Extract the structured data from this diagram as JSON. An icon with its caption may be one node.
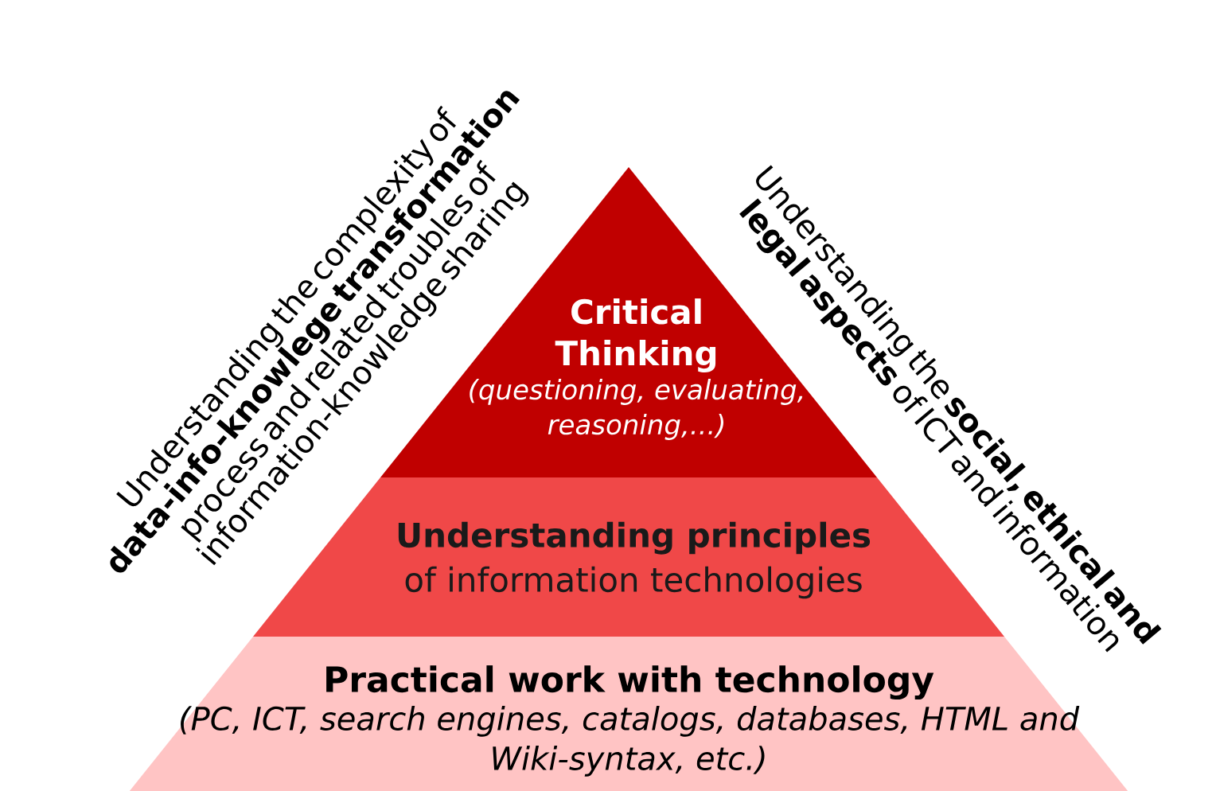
{
  "diagram": {
    "nodes": [
      {
        "text": [
          "Critical Thinking",
          "(questioning, evaluating, reasoning,...)"
        ]
      },
      {
        "text": [
          "**Understanding principles** of information technologies"
        ]
      },
      {
        "text": [
          "Practical work with technology",
          "(PC, ICT, search engines, catalogs, databases, HTML and Wiki-syntax, etc.)"
        ]
      }
    ],
    "labels": [
      "Understanding the complexity of **data-info-knowlege transformation** process and related troubles of information-knowledge sharing",
      "Understanding the **social, ethical and legal aspects** of ICT and information"
    ]
  }
}
